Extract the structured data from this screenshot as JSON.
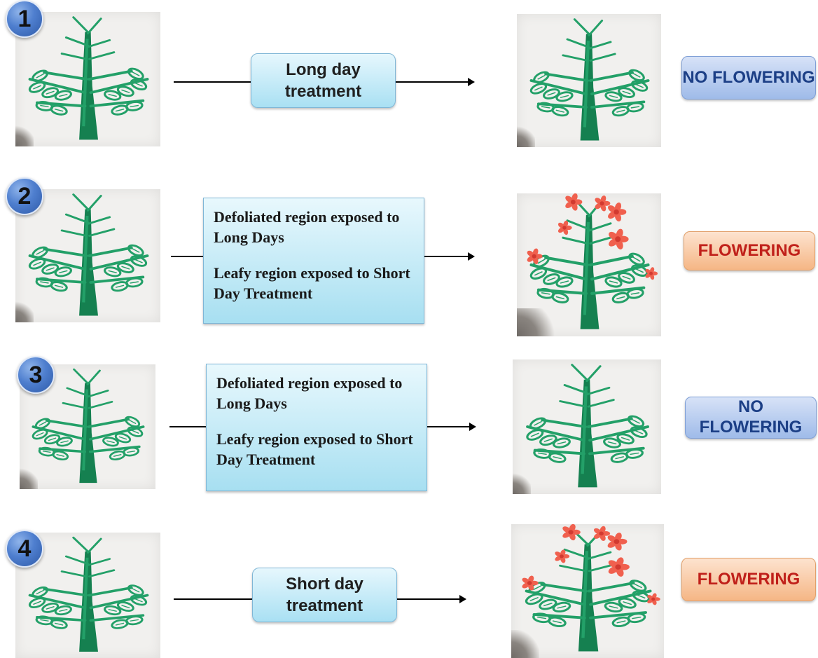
{
  "rows": [
    {
      "number": "1",
      "treatment": "Long day treatment",
      "result": "NO FLOWERING",
      "flowering": false
    },
    {
      "number": "2",
      "treatment_lines": [
        "Defoliated region exposed to Long Days",
        "Leafy region exposed to Short Day Treatment"
      ],
      "result": "FLOWERING",
      "flowering": true
    },
    {
      "number": "3",
      "treatment_lines": [
        "Defoliated region exposed to Long Days",
        "Leafy region exposed to Short Day Treatment"
      ],
      "result": "NO FLOWERING",
      "flowering": false
    },
    {
      "number": "4",
      "treatment": "Short day treatment",
      "result": "FLOWERING",
      "flowering": true
    }
  ],
  "colors": {
    "stem": "#23a068",
    "stem_dark": "#158050",
    "flower": "#f0604e",
    "flower_center": "#d23a30"
  }
}
